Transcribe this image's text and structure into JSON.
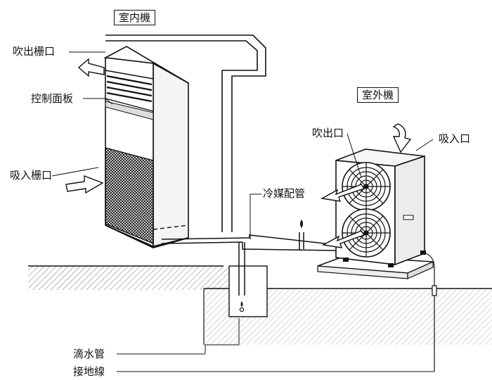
{
  "diagram": {
    "labels": {
      "indoor_unit": "室内機",
      "outdoor_unit": "室外機",
      "outlet_grille": "吹出栅口",
      "control_panel": "控制面板",
      "intake_grille": "吸入栅口",
      "outlet": "吹出口",
      "intake": "吸入口",
      "refrigerant_pipe": "冷媒配管",
      "drain_pipe": "滴水管",
      "ground_wire": "接地線"
    },
    "colors": {
      "ink": "#111111",
      "hatch": "#7a7a7a",
      "grille_dark": "#2a2a2a"
    },
    "icons": [
      "arrow-icon",
      "fan-icon",
      "water-drop-icon"
    ]
  }
}
